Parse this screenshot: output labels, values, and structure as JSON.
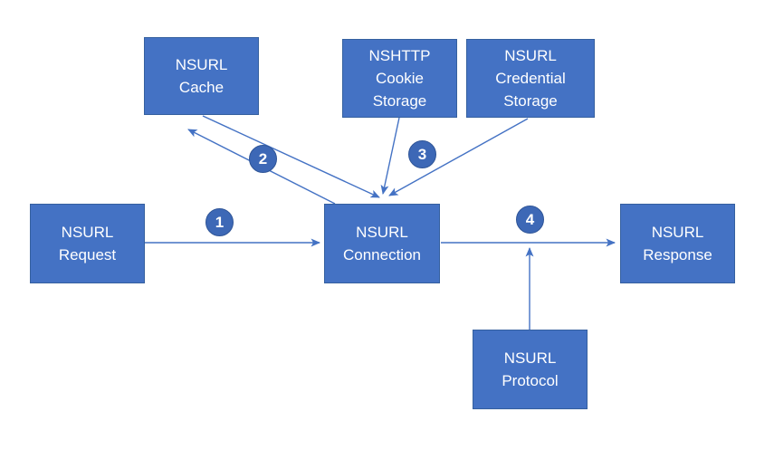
{
  "diagram": {
    "colors": {
      "node_fill": "#4472C4",
      "node_border": "#35609F",
      "arrow": "#4472C4",
      "badge_fill": "#3D68B6",
      "badge_border": "#2F5597",
      "text": "#FFFFFF",
      "background": "#FFFFFF"
    },
    "nodes": {
      "cache": {
        "label": "NSURL\nCache"
      },
      "cookie_storage": {
        "label": "NSHTTP\nCookie\nStorage"
      },
      "credential_storage": {
        "label": "NSURL\nCredential\nStorage"
      },
      "request": {
        "label": "NSURL\nRequest"
      },
      "connection": {
        "label": "NSURL\nConnection"
      },
      "response": {
        "label": "NSURL\nResponse"
      },
      "protocol": {
        "label": "NSURL\nProtocol"
      }
    },
    "badges": {
      "b1": {
        "label": "1"
      },
      "b2": {
        "label": "2"
      },
      "b3": {
        "label": "3"
      },
      "b4": {
        "label": "4"
      }
    },
    "edges": [
      {
        "from": "request",
        "to": "connection",
        "badge": "1"
      },
      {
        "from": "cache",
        "to": "connection",
        "badge": "2"
      },
      {
        "from": "connection",
        "to": "cache",
        "badge": "2"
      },
      {
        "from": "cookie_storage",
        "to": "connection",
        "badge": "3"
      },
      {
        "from": "credential_storage",
        "to": "connection",
        "badge": "3"
      },
      {
        "from": "connection",
        "to": "response",
        "badge": "4"
      },
      {
        "from": "protocol",
        "to": "connection-response-arrow",
        "badge": "4"
      }
    ]
  }
}
